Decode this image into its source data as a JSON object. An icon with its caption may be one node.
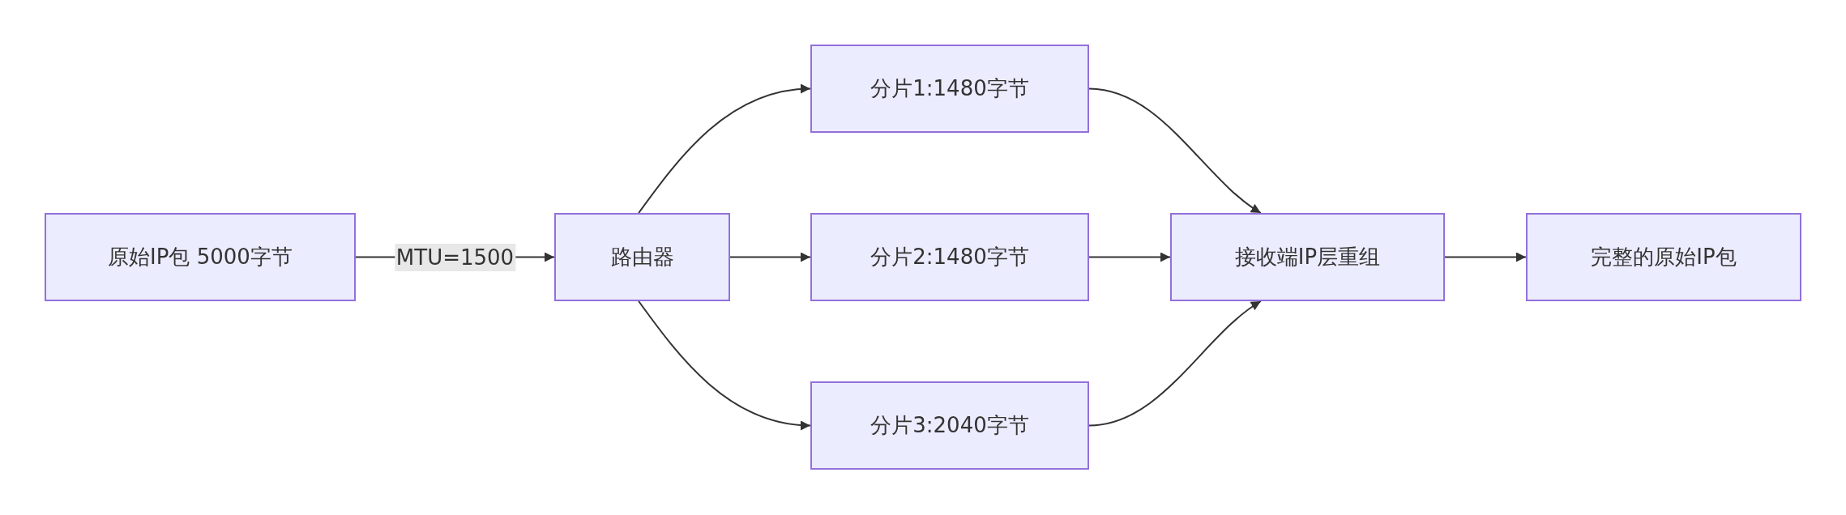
{
  "diagram": {
    "nodes": [
      {
        "text": [
          "原始IP包 5000字节"
        ]
      },
      {
        "text": [
          "路由器"
        ]
      },
      {
        "text": [
          "分片1:1480字节"
        ]
      },
      {
        "text": [
          "分片2:1480字节"
        ]
      },
      {
        "text": [
          "分片3:2040字节"
        ]
      },
      {
        "text": [
          "接收端IP层重组"
        ]
      },
      {
        "text": [
          "完整的原始IP包"
        ]
      }
    ],
    "edges": [
      {
        "from": 0,
        "to": 1,
        "arrow": "to",
        "label": "MTU=1500"
      },
      {
        "from": 1,
        "to": 2,
        "arrow": "to"
      },
      {
        "from": 1,
        "to": 3,
        "arrow": "to"
      },
      {
        "from": 1,
        "to": 4,
        "arrow": "to"
      },
      {
        "from": 2,
        "to": 5,
        "arrow": "to"
      },
      {
        "from": 3,
        "to": 5,
        "arrow": "to"
      },
      {
        "from": 4,
        "to": 5,
        "arrow": "to"
      },
      {
        "from": 5,
        "to": 6,
        "arrow": "to"
      }
    ]
  }
}
